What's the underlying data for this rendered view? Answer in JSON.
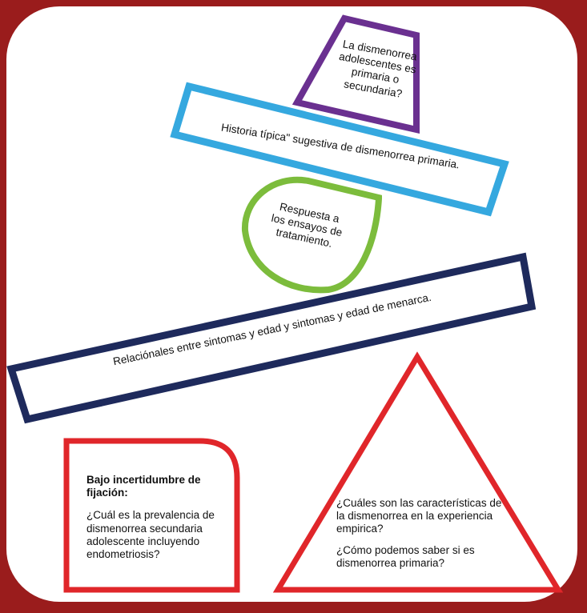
{
  "colors": {
    "frame": "#9a1c1c",
    "trapezoid": "#6a3090",
    "blue_bar": "#35a8df",
    "teardrop": "#7cbc3c",
    "navy_bar": "#1e2a5c",
    "red_box": "#e0262a",
    "triangle": "#e0262a"
  },
  "trapezoid": {
    "lines": [
      "La dismenorrea",
      "adolescentes es",
      "primaria o",
      "secundaria?"
    ]
  },
  "blue_bar": {
    "text": "Historia típica\" sugestiva de dismenorrea primaria."
  },
  "teardrop": {
    "lines": [
      "Respuesta a",
      "los ensayos de",
      "tratamiento."
    ]
  },
  "navy_bar": {
    "text": "Relaciónales entre sintomas y edad y sintomas y edad de menarca."
  },
  "red_box": {
    "title": "Bajo incertidumbre de fijación:",
    "question": "¿Cuál es la prevalencia de dismenorrea secundaria adolescente incluyendo endometriosis?"
  },
  "triangle": {
    "question1": "¿Cuáles son las características de la dismenorrea en la experiencia empirica?",
    "question2": "¿Cómo podemos saber si es dismenorrea primaria?"
  }
}
